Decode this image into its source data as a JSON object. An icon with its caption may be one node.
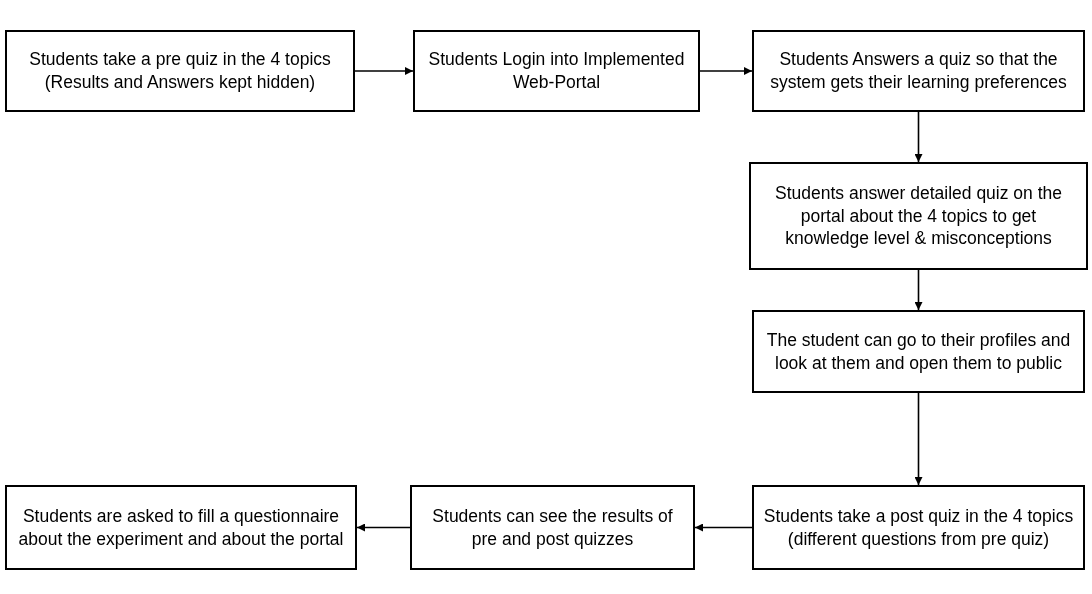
{
  "diagram": {
    "nodes": [
      {
        "text": [
          "Students take a pre quiz in the 4 topics (Results and Answers kept hidden)"
        ]
      },
      {
        "text": [
          "Students Login into Implemented Web-Portal"
        ]
      },
      {
        "text": [
          "Students Answers a quiz so that the system gets their learning preferences"
        ]
      },
      {
        "text": [
          "Students answer detailed quiz on the portal about the 4 topics to get knowledge level & misconceptions"
        ]
      },
      {
        "text": [
          "The student can go to their profiles and look at them and open them to public"
        ]
      },
      {
        "text": [
          "Students take a post quiz in the 4 topics (different questions from pre quiz)"
        ]
      },
      {
        "text": [
          "Students can see the results of pre and post quizzes"
        ]
      },
      {
        "text": [
          "Students are asked to fill a questionnaire about the experiment and about the portal"
        ]
      }
    ],
    "edges": [
      {
        "from": 0,
        "to": 1,
        "arrow": "to"
      },
      {
        "from": 1,
        "to": 2,
        "arrow": "to"
      },
      {
        "from": 2,
        "to": 3,
        "arrow": "to"
      },
      {
        "from": 3,
        "to": 4,
        "arrow": "to"
      },
      {
        "from": 4,
        "to": 5,
        "arrow": "to"
      },
      {
        "from": 5,
        "to": 6,
        "arrow": "to"
      },
      {
        "from": 6,
        "to": 7,
        "arrow": "to"
      }
    ]
  }
}
